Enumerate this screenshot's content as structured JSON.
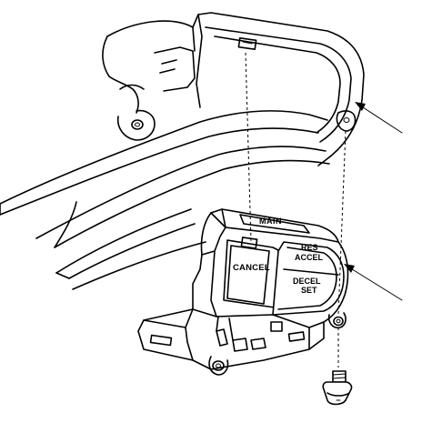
{
  "labels": {
    "main": "MAIN",
    "cancel": "CANCEL",
    "res": "RES",
    "accel": "ACCEL",
    "decel": "DECEL",
    "set": "SET"
  }
}
